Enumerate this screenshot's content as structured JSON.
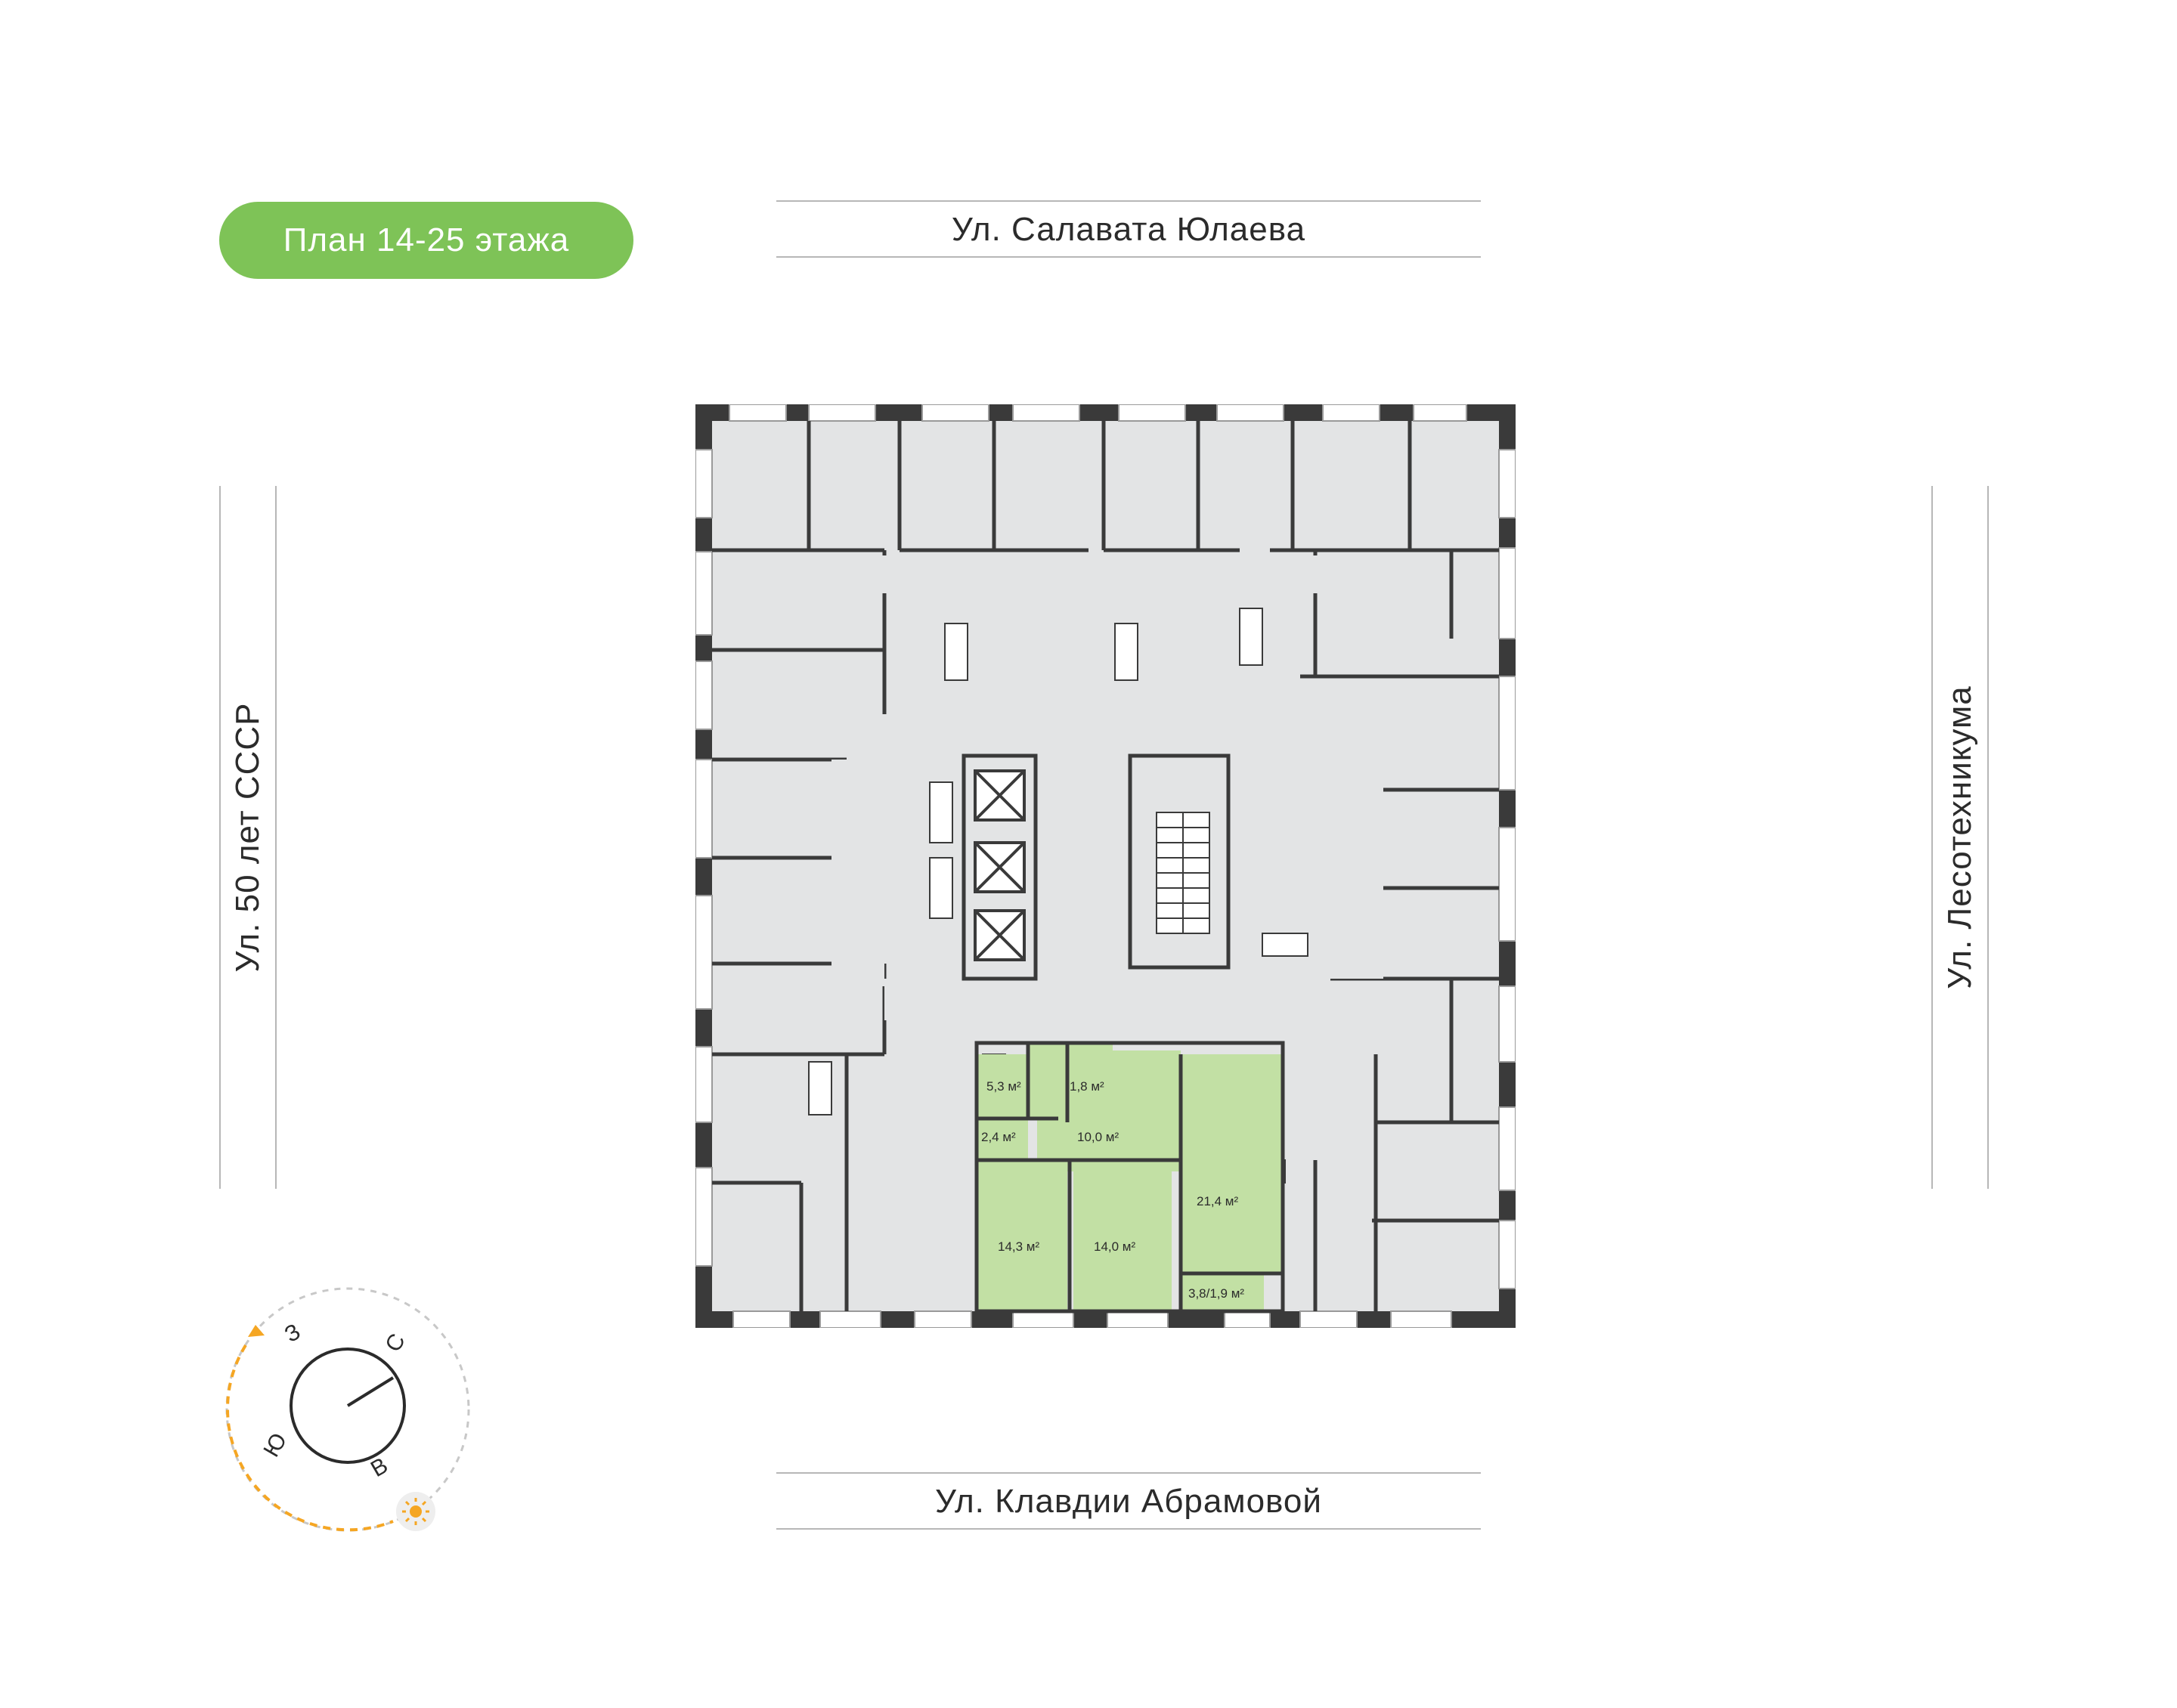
{
  "title": "План 14-25 этажа",
  "streets": {
    "north": "Ул. Салавата Юлаева",
    "south": "Ул. Клавдии Абрамовой",
    "west": "Ул. 50 лет СССР",
    "east": "Ул. Лесотехникума"
  },
  "apartment_areas": {
    "bathroom": "5,3 м²",
    "wc": "1,8 м²",
    "storage": "2,4 м²",
    "hall": "10,0 м²",
    "kitchen_living": "21,4 м²",
    "bedroom_1": "14,3 м²",
    "bedroom_2": "14,0 м²",
    "balcony": "3,8/1,9 м²"
  },
  "compass": {
    "north": "С",
    "south": "Ю",
    "west": "З",
    "east": "В"
  },
  "colors": {
    "accent": "#7ec357",
    "highlight_room": "#c2e0a4",
    "room_fill": "#e3e4e5",
    "wall": "#3a3a3a",
    "sun": "#f5a623"
  }
}
